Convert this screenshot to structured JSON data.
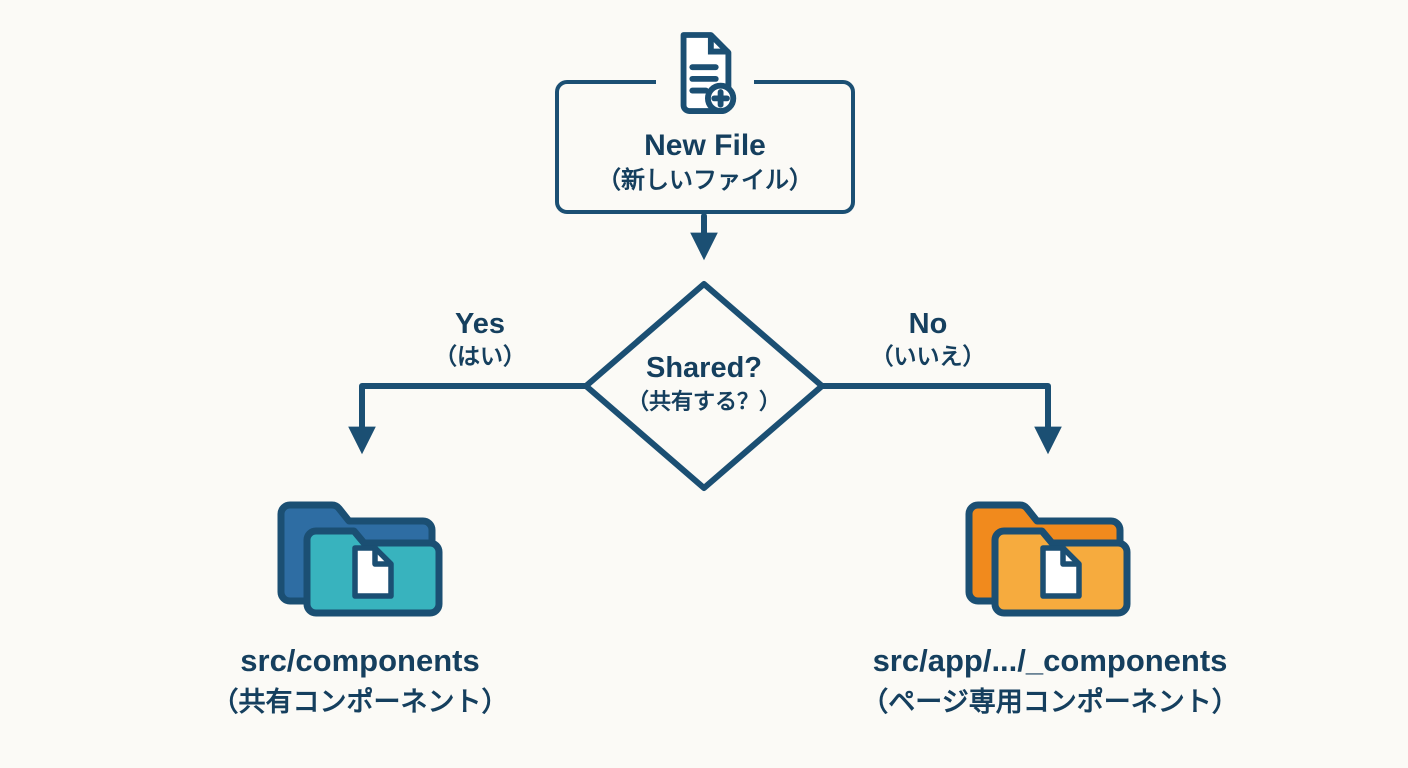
{
  "diagram": {
    "type": "flowchart",
    "colors": {
      "line": "#1b4f73",
      "text": "#153f5e",
      "background": "#fbfaf6",
      "folder_shared_back": "#2e6da3",
      "folder_shared_front": "#38b3be",
      "folder_page_back": "#f18a1d",
      "folder_page_front": "#f6ab3e"
    },
    "nodes": {
      "start": {
        "label": "New File",
        "sublabel": "（新しいファイル）",
        "icon": "file-plus-icon"
      },
      "decision": {
        "label": "Shared?",
        "sublabel": "（共有する？）"
      },
      "yes_branch": {
        "label": "Yes",
        "sublabel": "（はい）"
      },
      "no_branch": {
        "label": "No",
        "sublabel": "（いいえ）"
      },
      "shared_folder": {
        "label": "src/components",
        "sublabel": "（共有コンポーネント）",
        "icon": "folder-file-icon"
      },
      "page_folder": {
        "label": "src/app/.../_components",
        "sublabel": "（ページ専用コンポーネント）",
        "icon": "folder-file-icon"
      }
    }
  }
}
